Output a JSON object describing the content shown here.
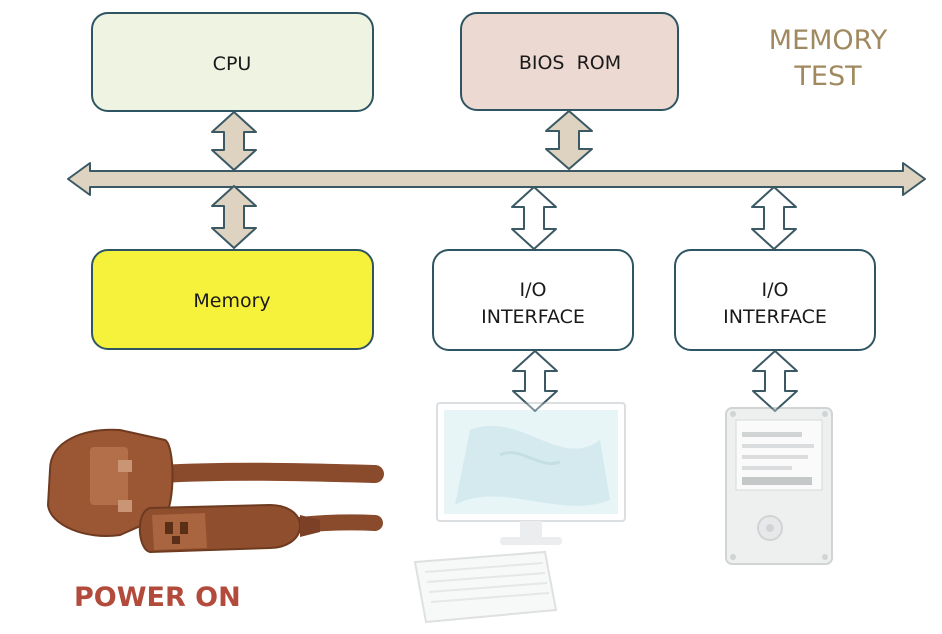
{
  "title": {
    "line1": "MEMORY",
    "line2": "TEST"
  },
  "boxes": {
    "cpu": "CPU",
    "bios_rom": "BIOS  ROM",
    "memory": "Memory",
    "io_interface_1": {
      "line1": "I/O",
      "line2": "INTERFACE"
    },
    "io_interface_2": {
      "line1": "I/O",
      "line2": "INTERFACE"
    }
  },
  "power_label": "POWER ON",
  "icons": [
    "power-plug-icon",
    "monitor-icon",
    "keyboard-icon",
    "hard-drive-icon"
  ],
  "colors": {
    "cpu_fill": "#eef3e2",
    "bios_fill": "#ecd9d2",
    "memory_fill": "#f6f23c",
    "io_fill": "#ffffff",
    "box_stroke": "#2f5563",
    "bus_fill": "#ddd3c0",
    "bus_stroke": "#3b5965",
    "title_color": "#a0895e",
    "power_color": "#b24b3b",
    "cable_color": "#8a4a2c"
  }
}
